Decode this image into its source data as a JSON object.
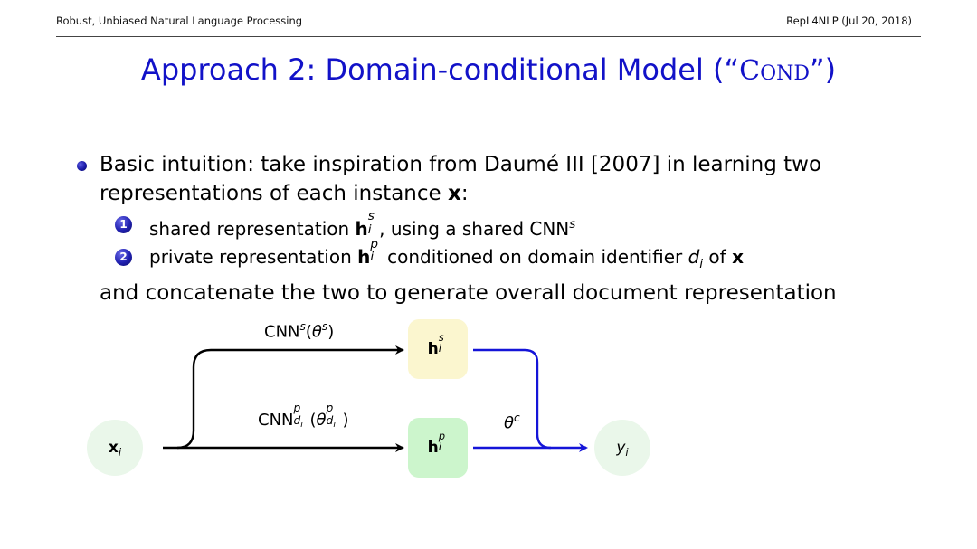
{
  "header": {
    "left": "Robust, Unbiased Natural Language Processing",
    "right": "RepL4NLP (Jul 20, 2018)"
  },
  "slide": {
    "title_prefix": "Approach 2: Domain-conditional Model (“",
    "title_sc_first": "C",
    "title_sc_rest": "OND",
    "title_suffix": "”)"
  },
  "bullet": {
    "line1": "Basic intuition: take inspiration from Daumé III [2007] in learning two",
    "line2_text": "representations of each instance ",
    "line2_x": "x",
    "line2_colon": ":"
  },
  "items": [
    {
      "number": "1",
      "pre": "shared representation ",
      "h": "h",
      "sup": "s",
      "sub": "i",
      "post": ", using a shared CNN",
      "post_sup": "s"
    },
    {
      "number": "2",
      "pre": "private representation ",
      "h": "h",
      "sup": "p",
      "sub": "i",
      "mid": " conditioned on domain identifier ",
      "d": "d",
      "d_sub": "i",
      "of": " of ",
      "x": "x"
    }
  ],
  "conclusion": "and concatenate the two to generate overall document representation",
  "diagram": {
    "x_node": {
      "base": "x",
      "sub": "i"
    },
    "y_node": {
      "base": "y",
      "sub": "i"
    },
    "hs_node": {
      "base": "h",
      "sup": "s",
      "sub": "i"
    },
    "hp_node": {
      "base": "h",
      "sup": "p",
      "sub": "i"
    },
    "cnn_s_label": {
      "cnn": "CNN",
      "sup": "s",
      "open": "(",
      "theta": "θ",
      "theta_sup": "s",
      "close": ")"
    },
    "cnn_p_label": {
      "cnn": "CNN",
      "sup": "p",
      "sub": "d",
      "sub_sub": "i",
      "open": "(",
      "theta": "θ",
      "theta_sup": "p",
      "theta_sub": "d",
      "theta_sub_sub": "i",
      "close": ")"
    },
    "theta_c_label": {
      "theta": "θ",
      "sup": "c"
    },
    "colors": {
      "black_arrow": "#000000",
      "blue_arrow": "#1414d8",
      "hs_fill": "#fbf6cf",
      "hp_fill": "#ccf5cc",
      "io_fill": "#eaf7ea"
    }
  }
}
